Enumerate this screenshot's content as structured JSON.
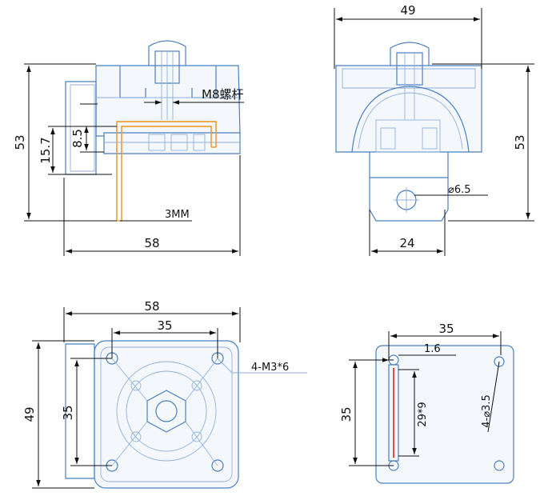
{
  "front_view": {
    "dim_height": "53",
    "dim_inner_height": "15.7",
    "dim_small_height": "8.5",
    "dim_width": "58",
    "label_bolt": "M8螺杆",
    "label_thickness": "3MM"
  },
  "side_view": {
    "dim_top_width": "49",
    "dim_height": "53",
    "dim_hole": "⌀6.5",
    "dim_bottom_width": "24"
  },
  "top_view": {
    "dim_width": "58",
    "dim_hole_spacing_x": "35",
    "dim_height": "49",
    "dim_hole_spacing_y": "35",
    "label_screws": "4-M3*6"
  },
  "plate_view": {
    "dim_width": "35",
    "dim_offset": "1.6",
    "dim_height": "35",
    "dim_slot": "29*9",
    "label_holes": "4-⌀3.5"
  },
  "colors": {
    "outline": "#4a7fc0",
    "bracket": "#e8951e",
    "slot": "#d92020",
    "dimension": "#111111"
  }
}
